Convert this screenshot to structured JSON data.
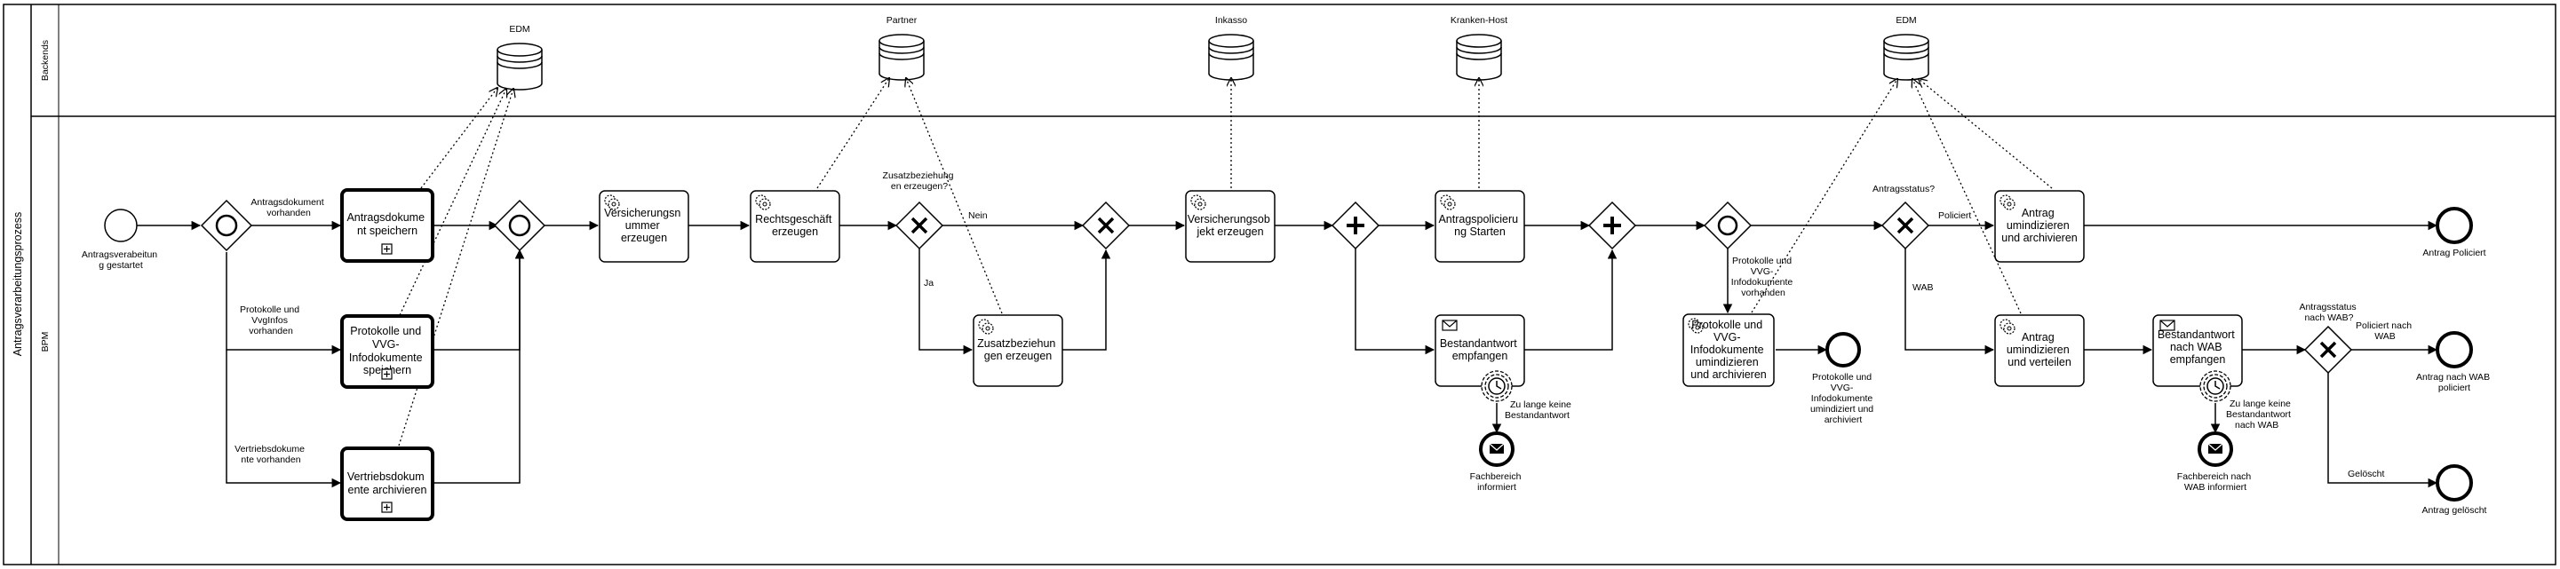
{
  "pool": {
    "label": "Antragsverarbeitungsprozess"
  },
  "lanes": {
    "backends": "Backends",
    "bpm": "BPM"
  },
  "datastores": {
    "edm1": "EDM",
    "partner": "Partner",
    "inkasso": "Inkasso",
    "kranken": "Kranken-Host",
    "edm2": "EDM"
  },
  "events": {
    "start": [
      "Antragsverabeitun",
      "g gestartet"
    ],
    "end_policiert": "Antrag Policiert",
    "end_protokolle": [
      "Protokolle und",
      "VVG-",
      "Infodokumente",
      "umindiziert und",
      "archiviert"
    ],
    "end_fachbereich": [
      "Fachbereich",
      "informiert"
    ],
    "end_fachbereich_wab": [
      "Fachbereich nach",
      "WAB informiert"
    ],
    "end_wab_policiert": [
      "Antrag nach WAB",
      "policiert"
    ],
    "end_geloescht": "Antrag gelöscht",
    "timer1": [
      "Zu lange keine",
      "Bestandantwort"
    ],
    "timer2": [
      "Zu lange keine",
      "Bestandantwort",
      "nach WAB"
    ]
  },
  "tasks": {
    "antragsdok": [
      "Antragsdokume",
      "nt speichern"
    ],
    "protokolle": [
      "Protokolle und",
      "VVG-",
      "Infodokumente",
      "speichern"
    ],
    "vertrieb": [
      "Vertriebsdokum",
      "ente archivieren"
    ],
    "vsnr": [
      "Versicherungsn",
      "ummer",
      "erzeugen"
    ],
    "rechts": [
      "Rechtsgeschäft",
      "erzeugen"
    ],
    "zusatz": [
      "Zusatzbeziehun",
      "gen erzeugen"
    ],
    "vsobj": [
      "Versicherungsob",
      "jekt erzeugen"
    ],
    "policierung": [
      "Antragspolicieru",
      "ng Starten"
    ],
    "bestand": [
      "Bestandantwort",
      "empfangen"
    ],
    "umind_proto": [
      "Protokolle und",
      "VVG-",
      "Infodokumente",
      "umindizieren",
      "und archivieren"
    ],
    "umind_arch": [
      "Antrag",
      "umindizieren",
      "und archivieren"
    ],
    "umind_vert": [
      "Antrag",
      "umindizieren",
      "und verteilen"
    ],
    "bestand_wab": [
      "Bestandantwort",
      "nach WAB",
      "empfangen"
    ]
  },
  "flows": {
    "antragsdok_vorhanden": [
      "Antragsdokument",
      "vorhanden"
    ],
    "protokolle_vorhanden": [
      "Protokolle und",
      "VvgInfos",
      "vorhanden"
    ],
    "vertrieb_vorhanden": [
      "Vertriebsdokume",
      "nte vorhanden"
    ],
    "zusatz_q": [
      "Zusatzbeziehung",
      "en erzeugen?"
    ],
    "nein": "Nein",
    "ja": "Ja",
    "proto_vorhanden": [
      "Protokolle und",
      "VVG-",
      "Infodokumente",
      "vorhanden"
    ],
    "antragsstatus": "Antragsstatus?",
    "policiert": "Policiert",
    "wab": "WAB",
    "status_wab": [
      "Antragsstatus",
      "nach WAB?"
    ],
    "policiert_nach_wab": [
      "Policiert nach",
      "WAB"
    ],
    "geloescht": "Gelöscht"
  }
}
